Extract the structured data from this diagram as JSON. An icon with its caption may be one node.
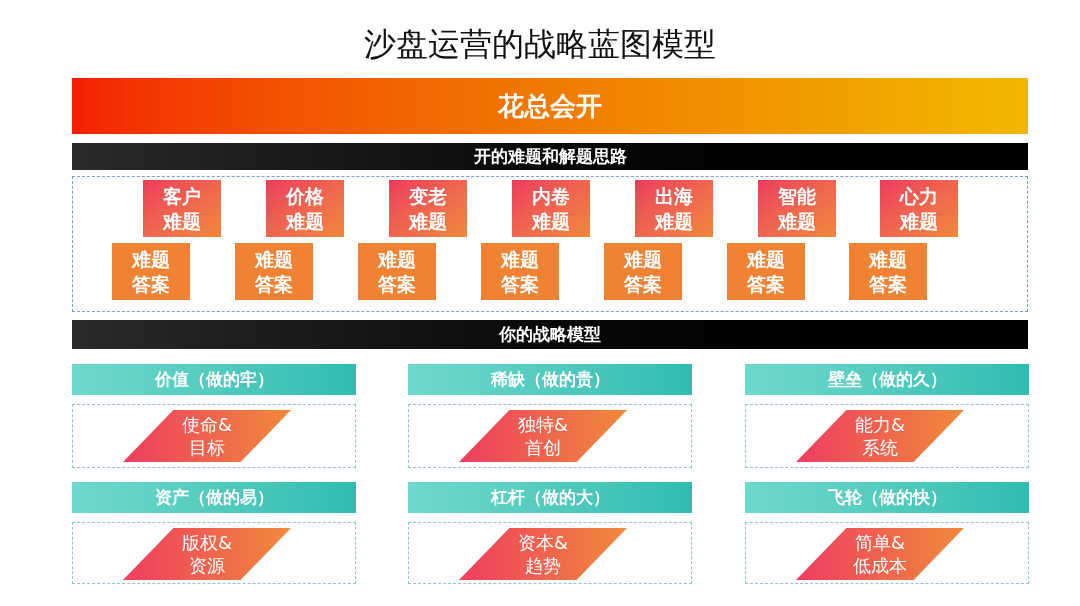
{
  "diagram": {
    "title": "沙盘运营的战略蓝图模型",
    "nodes": [
      {
        "text": [
          "花总会开"
        ]
      },
      {
        "text": [
          "开的难题和解题思路"
        ]
      },
      {
        "text": [],
        "shape": "box"
      },
      {
        "text": [
          "客户难题"
        ],
        "in": 2
      },
      {
        "text": [
          "价格难题"
        ],
        "in": 2
      },
      {
        "text": [
          "变老难题"
        ],
        "in": 2
      },
      {
        "text": [
          "内卷难题"
        ],
        "in": 2
      },
      {
        "text": [
          "出海难题"
        ],
        "in": 2
      },
      {
        "text": [
          "智能难题"
        ],
        "in": 2
      },
      {
        "text": [
          "心力难题"
        ],
        "in": 2
      },
      {
        "text": [
          "难题答案"
        ],
        "in": 2
      },
      {
        "text": [
          "难题答案"
        ],
        "in": 2
      },
      {
        "text": [
          "难题答案"
        ],
        "in": 2
      },
      {
        "text": [
          "难题答案"
        ],
        "in": 2
      },
      {
        "text": [
          "难题答案"
        ],
        "in": 2
      },
      {
        "text": [
          "难题答案"
        ],
        "in": 2
      },
      {
        "text": [
          "难题答案"
        ],
        "in": 2
      },
      {
        "text": [
          "你的战略模型"
        ]
      },
      {
        "text": [
          "价值（做的牢）"
        ]
      },
      {
        "text": [],
        "shape": "box"
      },
      {
        "text": [
          "使命&目标"
        ],
        "in": 19
      },
      {
        "text": [
          "稀缺（做的贵）"
        ]
      },
      {
        "text": [],
        "shape": "box"
      },
      {
        "text": [
          "独特&首创"
        ],
        "in": 22
      },
      {
        "text": [
          "壁垒（做的久）"
        ]
      },
      {
        "text": [],
        "shape": "box"
      },
      {
        "text": [
          "能力&系统"
        ],
        "in": 25
      },
      {
        "text": [
          "资产（做的易）"
        ]
      },
      {
        "text": [],
        "shape": "box"
      },
      {
        "text": [
          "版权&资源"
        ],
        "in": 28
      },
      {
        "text": [
          "杠杆（做的大）"
        ]
      },
      {
        "text": [],
        "shape": "box"
      },
      {
        "text": [
          "资本&趋势"
        ],
        "in": 31
      },
      {
        "text": [
          "飞轮（做的快）"
        ]
      },
      {
        "text": [],
        "shape": "box"
      },
      {
        "text": [
          "简单&低成本"
        ],
        "in": 34
      }
    ]
  }
}
